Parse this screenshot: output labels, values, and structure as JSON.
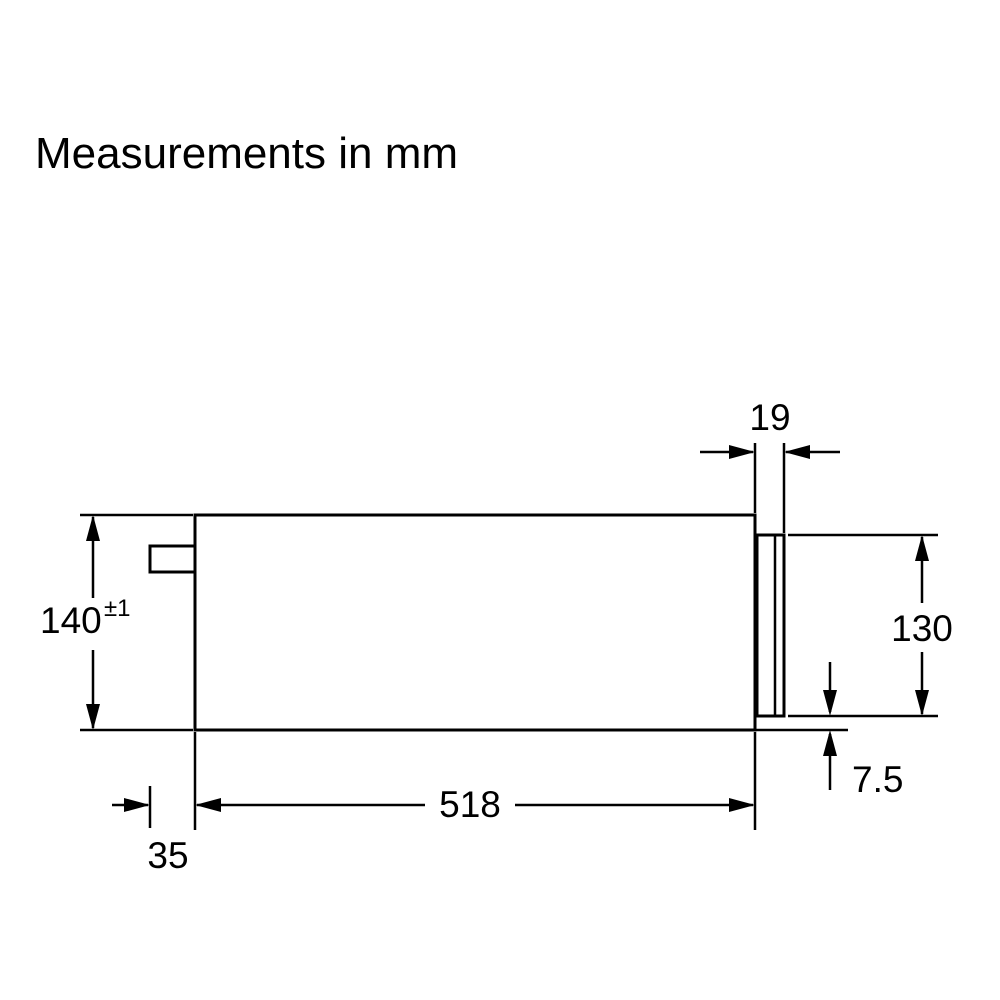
{
  "title": "Measurements in mm",
  "dimensions": {
    "panel_thickness": "19",
    "body_height": "140",
    "body_height_tolerance": "±1",
    "panel_height": "130",
    "body_width": "518",
    "plug_protrusion": "35",
    "panel_bottom_offset": "7.5"
  },
  "colors": {
    "line": "#000000",
    "background": "#ffffff"
  }
}
